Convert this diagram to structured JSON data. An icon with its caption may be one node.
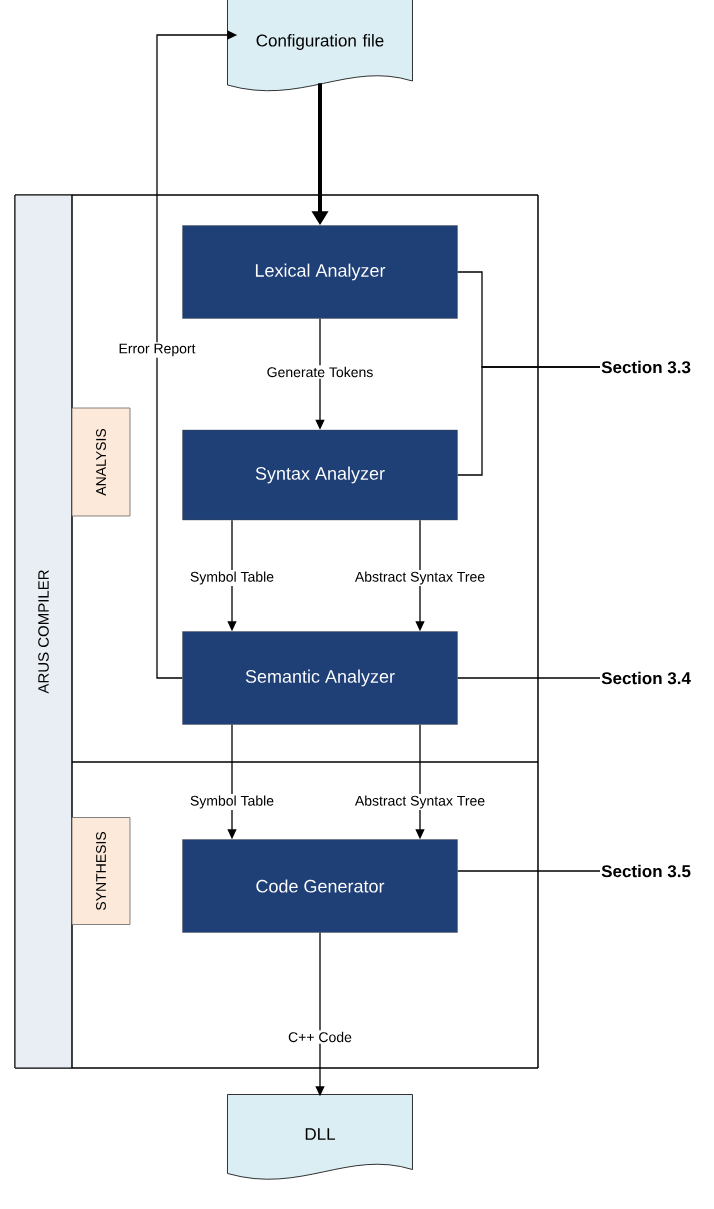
{
  "diagram": {
    "nodes": [
      {
        "text": [
          "Configuration file"
        ]
      },
      {
        "text": [
          "ARUS COMPILER"
        ]
      },
      {
        "text": [
          "ANALYSIS"
        ],
        "in": 1
      },
      {
        "text": [
          "Lexical Analyzer"
        ],
        "in": 2
      },
      {
        "text": [
          "Syntax Analyzer"
        ],
        "in": 2
      },
      {
        "text": [
          "Semantic Analyzer"
        ],
        "in": 2
      },
      {
        "text": [
          "SYNTHESIS"
        ],
        "in": 1
      },
      {
        "text": [
          "Code Generator"
        ],
        "in": 6
      },
      {
        "text": [
          "DLL"
        ]
      },
      {
        "text": [
          "Section 3.3"
        ]
      },
      {
        "text": [
          "Section 3.4"
        ]
      },
      {
        "text": [
          "Section 3.5"
        ]
      }
    ],
    "edges": [
      {
        "from": 0,
        "to": 3,
        "arrow": "to",
        "style": "thick"
      },
      {
        "from": 3,
        "to": 4,
        "arrow": "to",
        "label": "Generate Tokens"
      },
      {
        "from": 4,
        "to": 5,
        "arrow": "to",
        "label": "Symbol Table"
      },
      {
        "from": 4,
        "to": 5,
        "arrow": "to",
        "label": "Abstract Syntax Tree"
      },
      {
        "from": 5,
        "to": 0,
        "arrow": "to",
        "label": "Error Report"
      },
      {
        "from": 5,
        "to": 7,
        "arrow": "to",
        "label": "Symbol Table"
      },
      {
        "from": 5,
        "to": 7,
        "arrow": "to",
        "label": "Abstract Syntax Tree"
      },
      {
        "from": 7,
        "to": 8,
        "arrow": "to",
        "label": "C++ Code"
      },
      {
        "from": 3,
        "to": 9,
        "arrow": "none"
      },
      {
        "from": 4,
        "to": 9,
        "arrow": "none"
      },
      {
        "from": 5,
        "to": 10,
        "arrow": "none"
      },
      {
        "from": 7,
        "to": 11,
        "arrow": "none"
      }
    ]
  }
}
